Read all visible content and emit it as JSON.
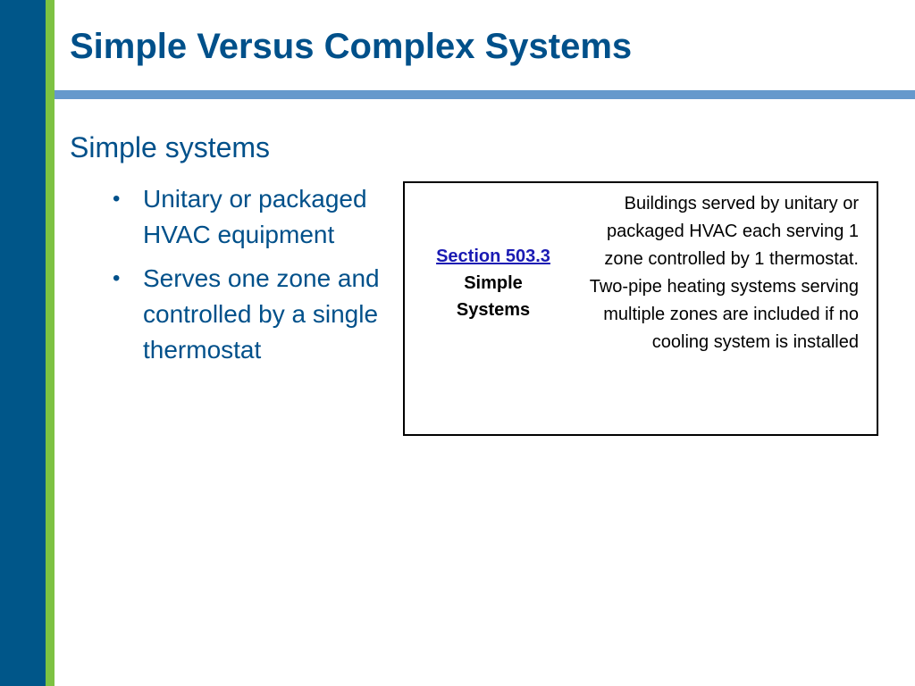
{
  "slide": {
    "title": "Simple Versus Complex Systems",
    "heading": "Simple systems",
    "bullets": [
      "Unitary or packaged HVAC equipment",
      "Serves one zone and controlled by a single thermostat"
    ],
    "bullet_glyph": "•"
  },
  "code_box": {
    "section_link": "Section 503.3",
    "section_title_line1": "Simple",
    "section_title_line2": "Systems",
    "description": "Buildings served by unitary or packaged HVAC each serving 1 zone controlled by 1 thermostat. Two-pipe heating systems serving multiple zones are included if no cooling system is installed"
  },
  "colors": {
    "left_bar": "#005689",
    "accent_stripe": "#7dc242",
    "title_rule": "#6699cc",
    "title_text": "#00508a",
    "link": "#1a1ab3"
  }
}
